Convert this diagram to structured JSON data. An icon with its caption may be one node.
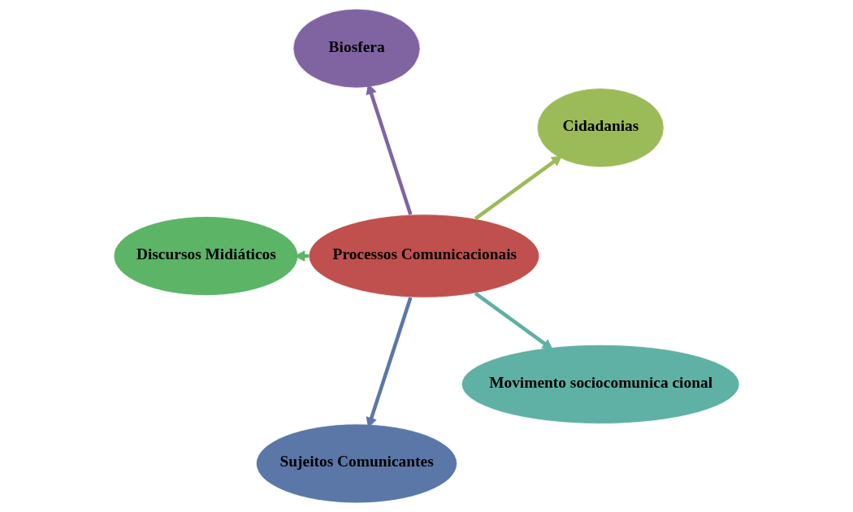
{
  "diagram": {
    "nodes": [
      {
        "text": [
          "Cidadanias"
        ]
      },
      {
        "text": [
          "Biosfera"
        ]
      },
      {
        "text": [
          "Discursos Midiáticos"
        ]
      },
      {
        "text": [
          "Processos Comunicacionais"
        ]
      },
      {
        "text": [
          "Sujeitos Comunicantes"
        ]
      },
      {
        "text": [
          "Movimento sociocomunica cional"
        ]
      }
    ],
    "edges": [
      {
        "from": 3,
        "to": 0,
        "arrow": "to",
        "color": "#9bbb59"
      },
      {
        "from": 3,
        "to": 1,
        "arrow": "to",
        "color": "#8064a2"
      },
      {
        "from": 3,
        "to": 2,
        "arrow": "to",
        "color": "#5cb466"
      },
      {
        "from": 3,
        "to": 4,
        "arrow": "to",
        "color": "#5b77a8"
      },
      {
        "from": 3,
        "to": 5,
        "arrow": "to",
        "color": "#5fb0a5"
      }
    ]
  }
}
